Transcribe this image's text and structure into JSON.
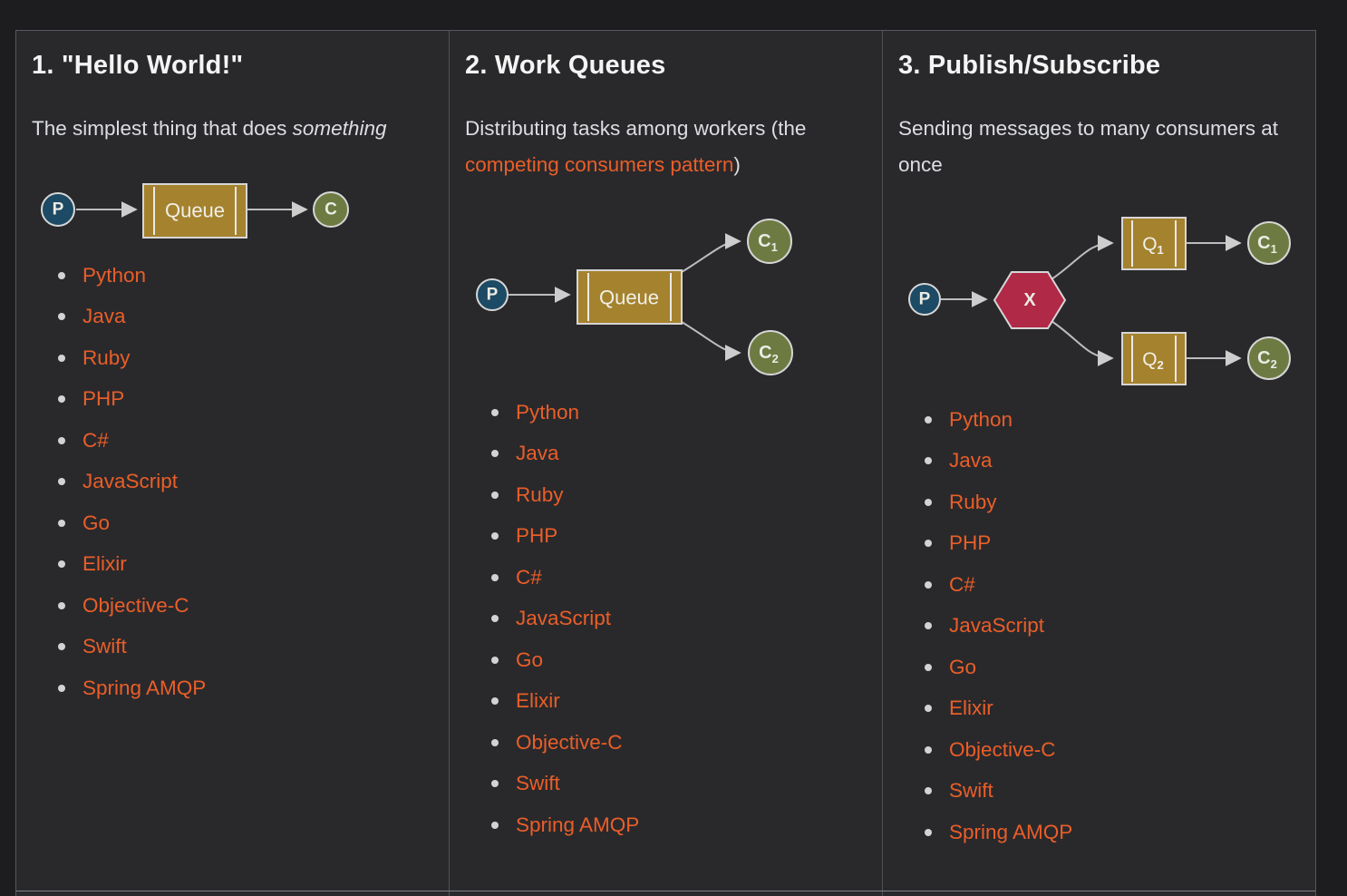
{
  "colors": {
    "page_bg": "#1d1d20",
    "card_bg": "#29292c",
    "border": "#55595f",
    "row_divider": "#7b8087",
    "heading_text": "#f4f4f4",
    "body_text": "#dddee3",
    "link_orange": "#ea5e28",
    "bullet": "#d3d3d3",
    "producer_fill": "#1d4a64",
    "queue_fill": "#a5822d",
    "consumer_fill": "#6d7b42",
    "exchange_fill": "#b02946",
    "shape_stroke": "#d6d6d6",
    "arrow_gray": "#bcbdbf"
  },
  "tutorials": [
    {
      "title": "1. \"Hello World!\"",
      "subtitle": {
        "pre": "The simplest thing that does ",
        "em": "something"
      },
      "diagram": {
        "producer": "P",
        "queue": "Queue",
        "consumer": "C"
      },
      "languages": [
        "Python",
        "Java",
        "Ruby",
        "PHP",
        "C#",
        "JavaScript",
        "Go",
        "Elixir",
        "Objective-C",
        "Swift",
        "Spring AMQP"
      ]
    },
    {
      "title": "2. Work Queues",
      "subtitle": {
        "pre": "Distributing tasks among workers (the ",
        "link": "competing consumers pattern",
        "post": ")"
      },
      "diagram": {
        "producer": "P",
        "queue": "Queue",
        "consumer1": "C",
        "consumer1_sub": "1",
        "consumer2": "C",
        "consumer2_sub": "2"
      },
      "languages": [
        "Python",
        "Java",
        "Ruby",
        "PHP",
        "C#",
        "JavaScript",
        "Go",
        "Elixir",
        "Objective-C",
        "Swift",
        "Spring AMQP"
      ]
    },
    {
      "title": "3. Publish/Subscribe",
      "subtitle": {
        "pre": "Sending messages to many consumers at once"
      },
      "diagram": {
        "producer": "P",
        "exchange": "X",
        "queue1": "Q",
        "queue1_sub": "1",
        "queue2": "Q",
        "queue2_sub": "2",
        "consumer1": "C",
        "consumer1_sub": "1",
        "consumer2": "C",
        "consumer2_sub": "2"
      },
      "languages": [
        "Python",
        "Java",
        "Ruby",
        "PHP",
        "C#",
        "JavaScript",
        "Go",
        "Elixir",
        "Objective-C",
        "Swift",
        "Spring AMQP"
      ]
    }
  ]
}
